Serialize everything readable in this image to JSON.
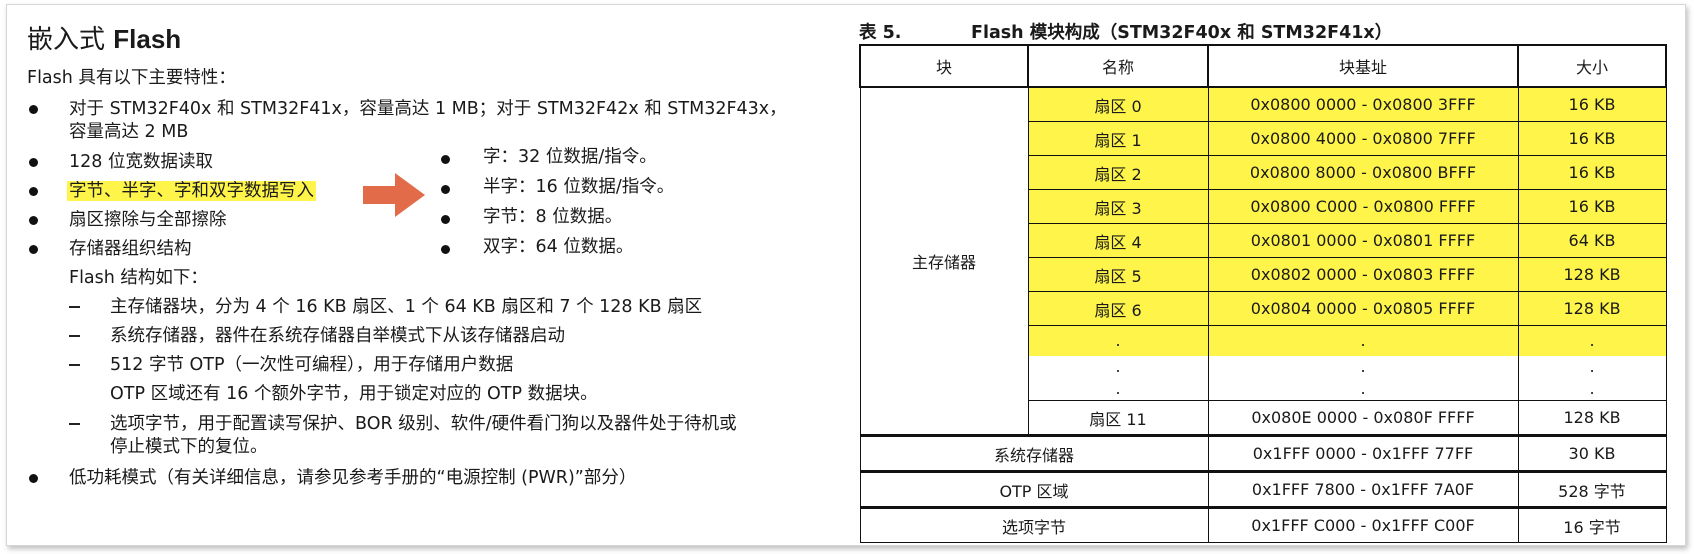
{
  "left": {
    "title_cn": "嵌入式 ",
    "title_en": "Flash",
    "intro": "Flash 具有以下主要特性：",
    "bullets": [
      "对于 STM32F40x 和 STM32F41x，容量高达 1 MB；对于 STM32F42x 和 STM32F43x，",
      "容量高达 2 MB",
      "128 位宽数据读取",
      "字节、半字、字和双字数据写入",
      "扇区擦除与全部擦除",
      "存储器组织结构"
    ],
    "structure_intro": "Flash 结构如下：",
    "dashes": [
      "主存储器块，分为 4 个 16 KB 扇区、1 个 64 KB 扇区和 7 个 128 KB 扇区",
      "系统存储器，器件在系统存储器自举模式下从该存储器启动",
      "512 字节 OTP（一次性可编程），用于存储用户数据",
      "OTP 区域还有 16 个额外字节，用于锁定对应的 OTP 数据块。",
      "选项字节，用于配置读写保护、BOR 级别、软件/硬件看门狗以及器件处于待机或",
      "停止模式下的复位。"
    ],
    "last_bullet": "低功耗模式（有关详细信息，请参见参考手册的“电源控制 (PWR)”部分）",
    "sub_bullets": [
      "字：32 位数据/指令。",
      "半字：16 位数据/指令。",
      "字节：8 位数据。",
      "双字：64 位数据。"
    ]
  },
  "table": {
    "caption_num": "表 5.",
    "caption_title": "Flash 模块构成（STM32F40x 和 STM32F41x）",
    "headers": [
      "块",
      "名称",
      "块基址",
      "大小"
    ],
    "main_block": "主存储器",
    "sectors": [
      {
        "name": "扇区 0",
        "addr": "0x0800 0000 - 0x0800 3FFF",
        "size": "16 KB"
      },
      {
        "name": "扇区 1",
        "addr": "0x0800 4000 - 0x0800 7FFF",
        "size": "16 KB"
      },
      {
        "name": "扇区 2",
        "addr": "0x0800 8000 - 0x0800 BFFF",
        "size": "16 KB"
      },
      {
        "name": "扇区 3",
        "addr": "0x0800 C000 - 0x0800 FFFF",
        "size": "16 KB"
      },
      {
        "name": "扇区 4",
        "addr": "0x0801 0000 - 0x0801 FFFF",
        "size": "64 KB"
      },
      {
        "name": "扇区 5",
        "addr": "0x0802 0000 - 0x0803 FFFF",
        "size": "128 KB"
      },
      {
        "name": "扇区 6",
        "addr": "0x0804 0000 - 0x0805 FFFF",
        "size": "128 KB"
      }
    ],
    "dot": ".",
    "last_sector": {
      "name": "扇区 11",
      "addr": "0x080E 0000 - 0x080F FFFF",
      "size": "128 KB"
    },
    "other_rows": [
      {
        "block": "系统存储器",
        "addr": "0x1FFF 0000 - 0x1FFF 77FF",
        "size": "30 KB"
      },
      {
        "block": "OTP 区域",
        "addr": "0x1FFF 7800 - 0x1FFF 7A0F",
        "size": "528 字节"
      },
      {
        "block": "选项字节",
        "addr": "0x1FFF C000 - 0x1FFF C00F",
        "size": "16 字节"
      }
    ]
  },
  "colors": {
    "highlight": "#fff54a",
    "arrow": "#e26c4a"
  },
  "icons": {
    "arrow": "right-arrow-icon",
    "bullet": "bullet-dot-icon"
  }
}
